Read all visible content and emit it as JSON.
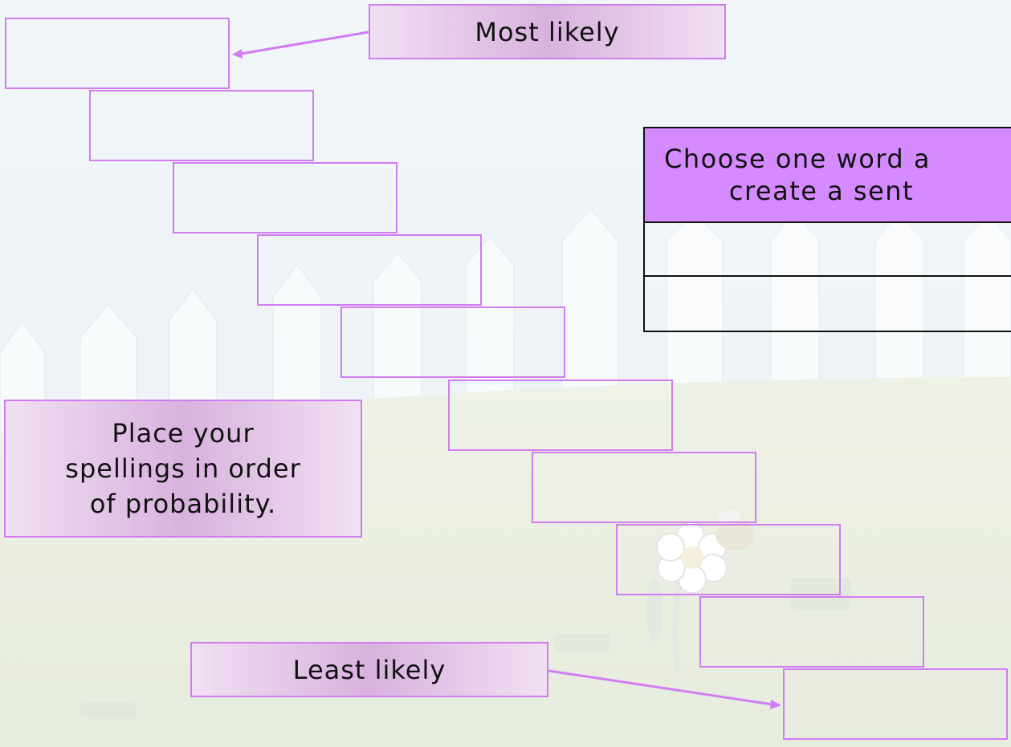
{
  "labels": {
    "most_likely": "Most likely",
    "least_likely": "Least likely",
    "instruction_line1": "Place your",
    "instruction_line2": "spellings in order",
    "instruction_line3": "of probability."
  },
  "panel": {
    "heading_line1": "Choose one word a",
    "heading_line2": "create a sent"
  },
  "colors": {
    "accent_border": "#d27cf2",
    "panel_header": "#d58aff",
    "label_fill": "#d8b2de"
  }
}
